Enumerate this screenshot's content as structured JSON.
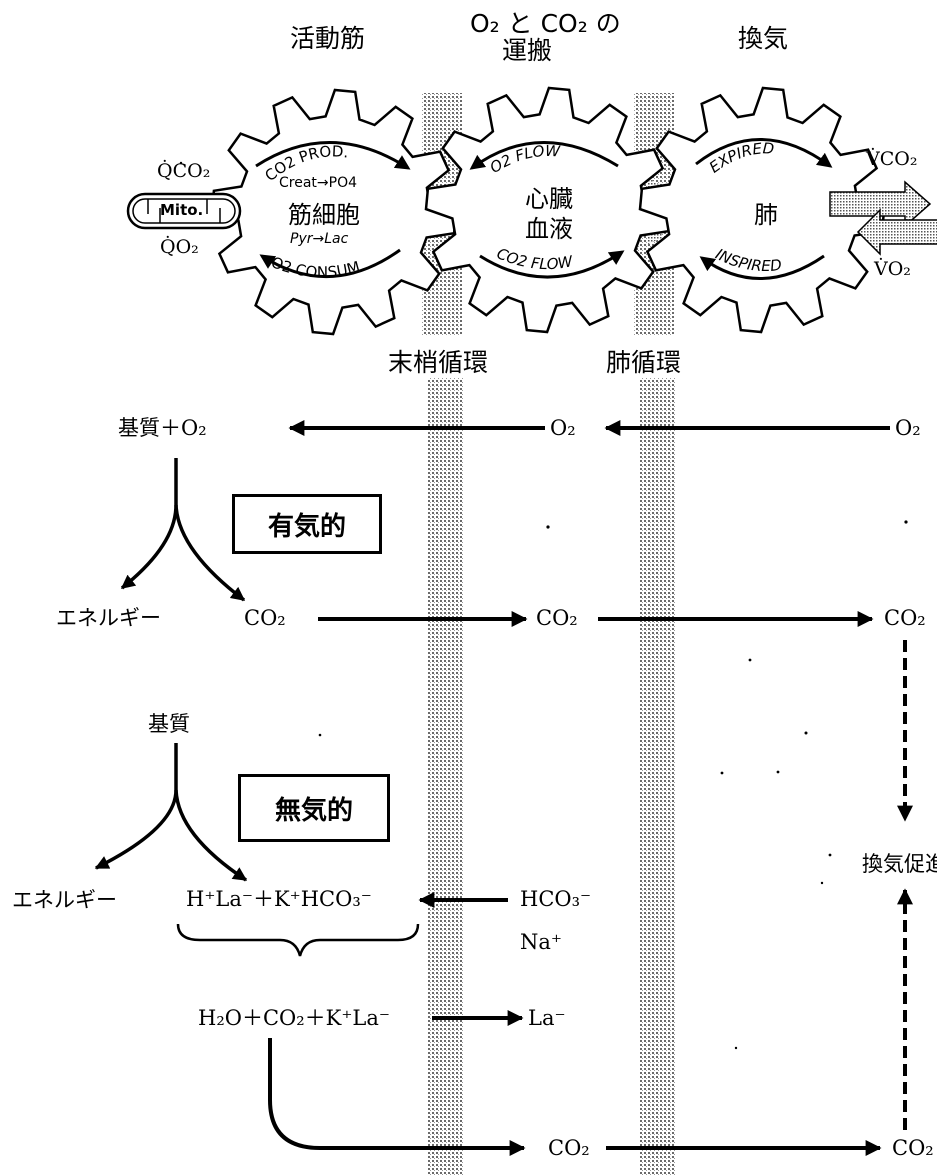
{
  "headers": {
    "muscle": "活動筋",
    "transport_line1": "O₂ と CO₂ の",
    "transport_line2": "運搬",
    "ventilation": "換気"
  },
  "gears": {
    "muscle": {
      "center_line1": "筋細胞",
      "arc_top": "CO2 PROD.",
      "sub_top": "Creat→PO4",
      "sub_bottom": "Pyr→Lac",
      "arc_bottom": "O2 CONSUM."
    },
    "heart": {
      "center_line1": "心臓",
      "center_line2": "血液",
      "arc_top": "O2 FLOW",
      "arc_bottom": "CO2 FLOW"
    },
    "lung": {
      "center_line1": "肺",
      "arc_top": "EXPIRED",
      "arc_bottom": "INSPIRED"
    }
  },
  "mito": {
    "label": "Mito.",
    "qco2": "Q̇CO₂",
    "qo2": "Q̇O₂"
  },
  "lung_exchange": {
    "vco2": "V̇CO₂",
    "vo2": "V̇O₂"
  },
  "circulation": {
    "peripheral": "末梢循環",
    "pulmonary": "肺循環"
  },
  "aerobic": {
    "substrate": "基質＋O₂",
    "o2_mid": "O₂",
    "o2_right": "O₂",
    "box": "有気的",
    "energy": "エネルギー",
    "co2_left": "CO₂",
    "co2_mid": "CO₂",
    "co2_right": "CO₂"
  },
  "anaerobic": {
    "substrate": "基質",
    "box": "無気的",
    "energy": "エネルギー",
    "buffer": "H⁺La⁻＋K⁺HCO₃⁻",
    "hco3": "HCO₃⁻",
    "na": "Na⁺",
    "products": "H₂O＋CO₂＋K⁺La⁻",
    "la": "La⁻",
    "co2_mid": "CO₂",
    "co2_right": "CO₂",
    "vent_stim": "換気促進"
  }
}
